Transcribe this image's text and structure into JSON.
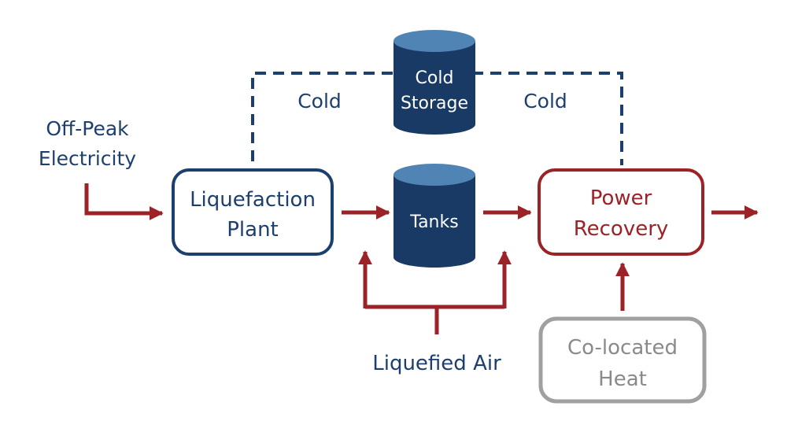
{
  "colors": {
    "navy": "#1c3f6e",
    "navy_dark": "#1a3a66",
    "tank_top": "#4f84b4",
    "red": "#9b2226",
    "gray": "#a0a0a0",
    "gray_text": "#8a8a8a"
  },
  "inputs": {
    "electricity_line1": "Off-Peak",
    "electricity_line2": "Electricity"
  },
  "nodes": {
    "liquefaction": {
      "line1": "Liquefaction",
      "line2": "Plant"
    },
    "tanks": {
      "label": "Tanks"
    },
    "cold_storage": {
      "line1": "Cold",
      "line2": "Storage"
    },
    "power_recovery": {
      "line1": "Power",
      "line2": "Recovery"
    },
    "heat": {
      "line1": "Co-located",
      "line2": "Heat"
    }
  },
  "flows": {
    "cold_left": "Cold",
    "cold_right": "Cold",
    "liquefied_air": "Liquefied Air"
  }
}
